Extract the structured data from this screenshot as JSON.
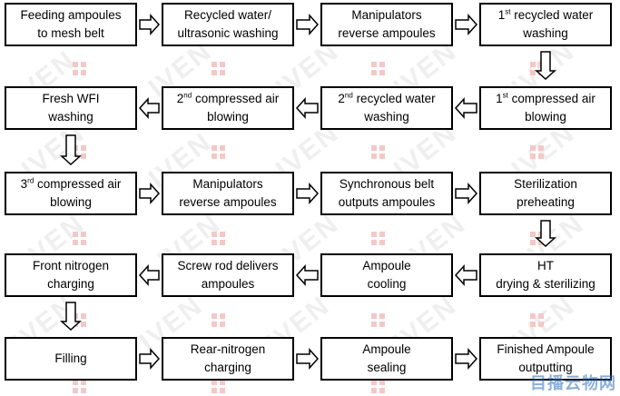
{
  "watermark": {
    "text": "IVEN",
    "corner_text": "目播云物网"
  },
  "colors": {
    "box_border": "#000000",
    "arrow": "#000000",
    "watermark": "#efefef",
    "logo": "#f3c8c8"
  },
  "rows": [
    [
      {
        "id": "feeding",
        "lines": [
          "Feeding ampoules",
          "to mesh belt"
        ]
      },
      {
        "id": "recycled-ultrasonic",
        "lines": [
          "Recycled water/",
          "ultrasonic washing"
        ]
      },
      {
        "id": "manip-reverse-1",
        "lines": [
          "Manipulators",
          "reverse ampoules"
        ]
      },
      {
        "id": "recycled-wash-1",
        "lines": [
          "1|st| recycled water",
          "washing"
        ]
      }
    ],
    [
      {
        "id": "compressed-blow-1",
        "lines": [
          "1|st| compressed air",
          "blowing"
        ]
      },
      {
        "id": "recycled-wash-2",
        "lines": [
          "2|nd| recycled water",
          "washing"
        ]
      },
      {
        "id": "compressed-blow-2",
        "lines": [
          "2|nd| compressed air",
          "blowing"
        ]
      },
      {
        "id": "fresh-wfi",
        "lines": [
          "Fresh WFI",
          "washing"
        ]
      }
    ],
    [
      {
        "id": "compressed-blow-3",
        "lines": [
          "3|rd| compressed air",
          "blowing"
        ]
      },
      {
        "id": "manip-reverse-2",
        "lines": [
          "Manipulators",
          "reverse ampoules"
        ]
      },
      {
        "id": "sync-belt",
        "lines": [
          "Synchronous belt",
          "outputs ampoules"
        ]
      },
      {
        "id": "steril-preheat",
        "lines": [
          "Sterilization",
          "preheating"
        ]
      }
    ],
    [
      {
        "id": "ht-drying",
        "lines": [
          "HT",
          "drying & sterilizing"
        ]
      },
      {
        "id": "ampoule-cooling",
        "lines": [
          "Ampoule",
          "cooling"
        ]
      },
      {
        "id": "screw-rod",
        "lines": [
          "Screw rod delivers",
          "ampoules"
        ]
      },
      {
        "id": "front-nitrogen",
        "lines": [
          "Front nitrogen",
          "charging"
        ]
      }
    ],
    [
      {
        "id": "filling",
        "lines": [
          "Filling"
        ]
      },
      {
        "id": "rear-nitrogen",
        "lines": [
          "Rear-nitrogen",
          "charging"
        ]
      },
      {
        "id": "ampoule-sealing",
        "lines": [
          "Ampoule",
          "sealing"
        ]
      },
      {
        "id": "finished-output",
        "lines": [
          "Finished Ampoule",
          "outputting"
        ]
      }
    ]
  ]
}
